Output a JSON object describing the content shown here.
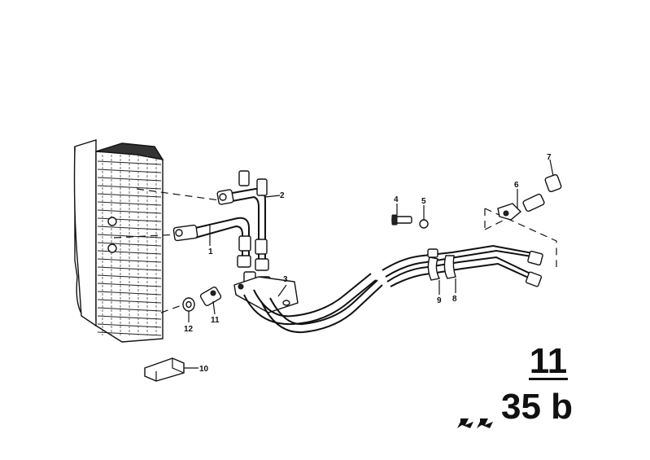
{
  "labels": {
    "p1": "1",
    "p2": "2",
    "p3": "3",
    "p4": "4",
    "p5": "5",
    "p6": "6",
    "p7": "7",
    "p8": "8",
    "p9": "9",
    "p10": "10",
    "p11": "11",
    "p12": "12"
  },
  "section": {
    "top": "11",
    "bottom": "35 b"
  },
  "colors": {
    "ink": "#111111",
    "background": "#ffffff"
  },
  "icons": [
    "star-icon",
    "star-icon"
  ]
}
